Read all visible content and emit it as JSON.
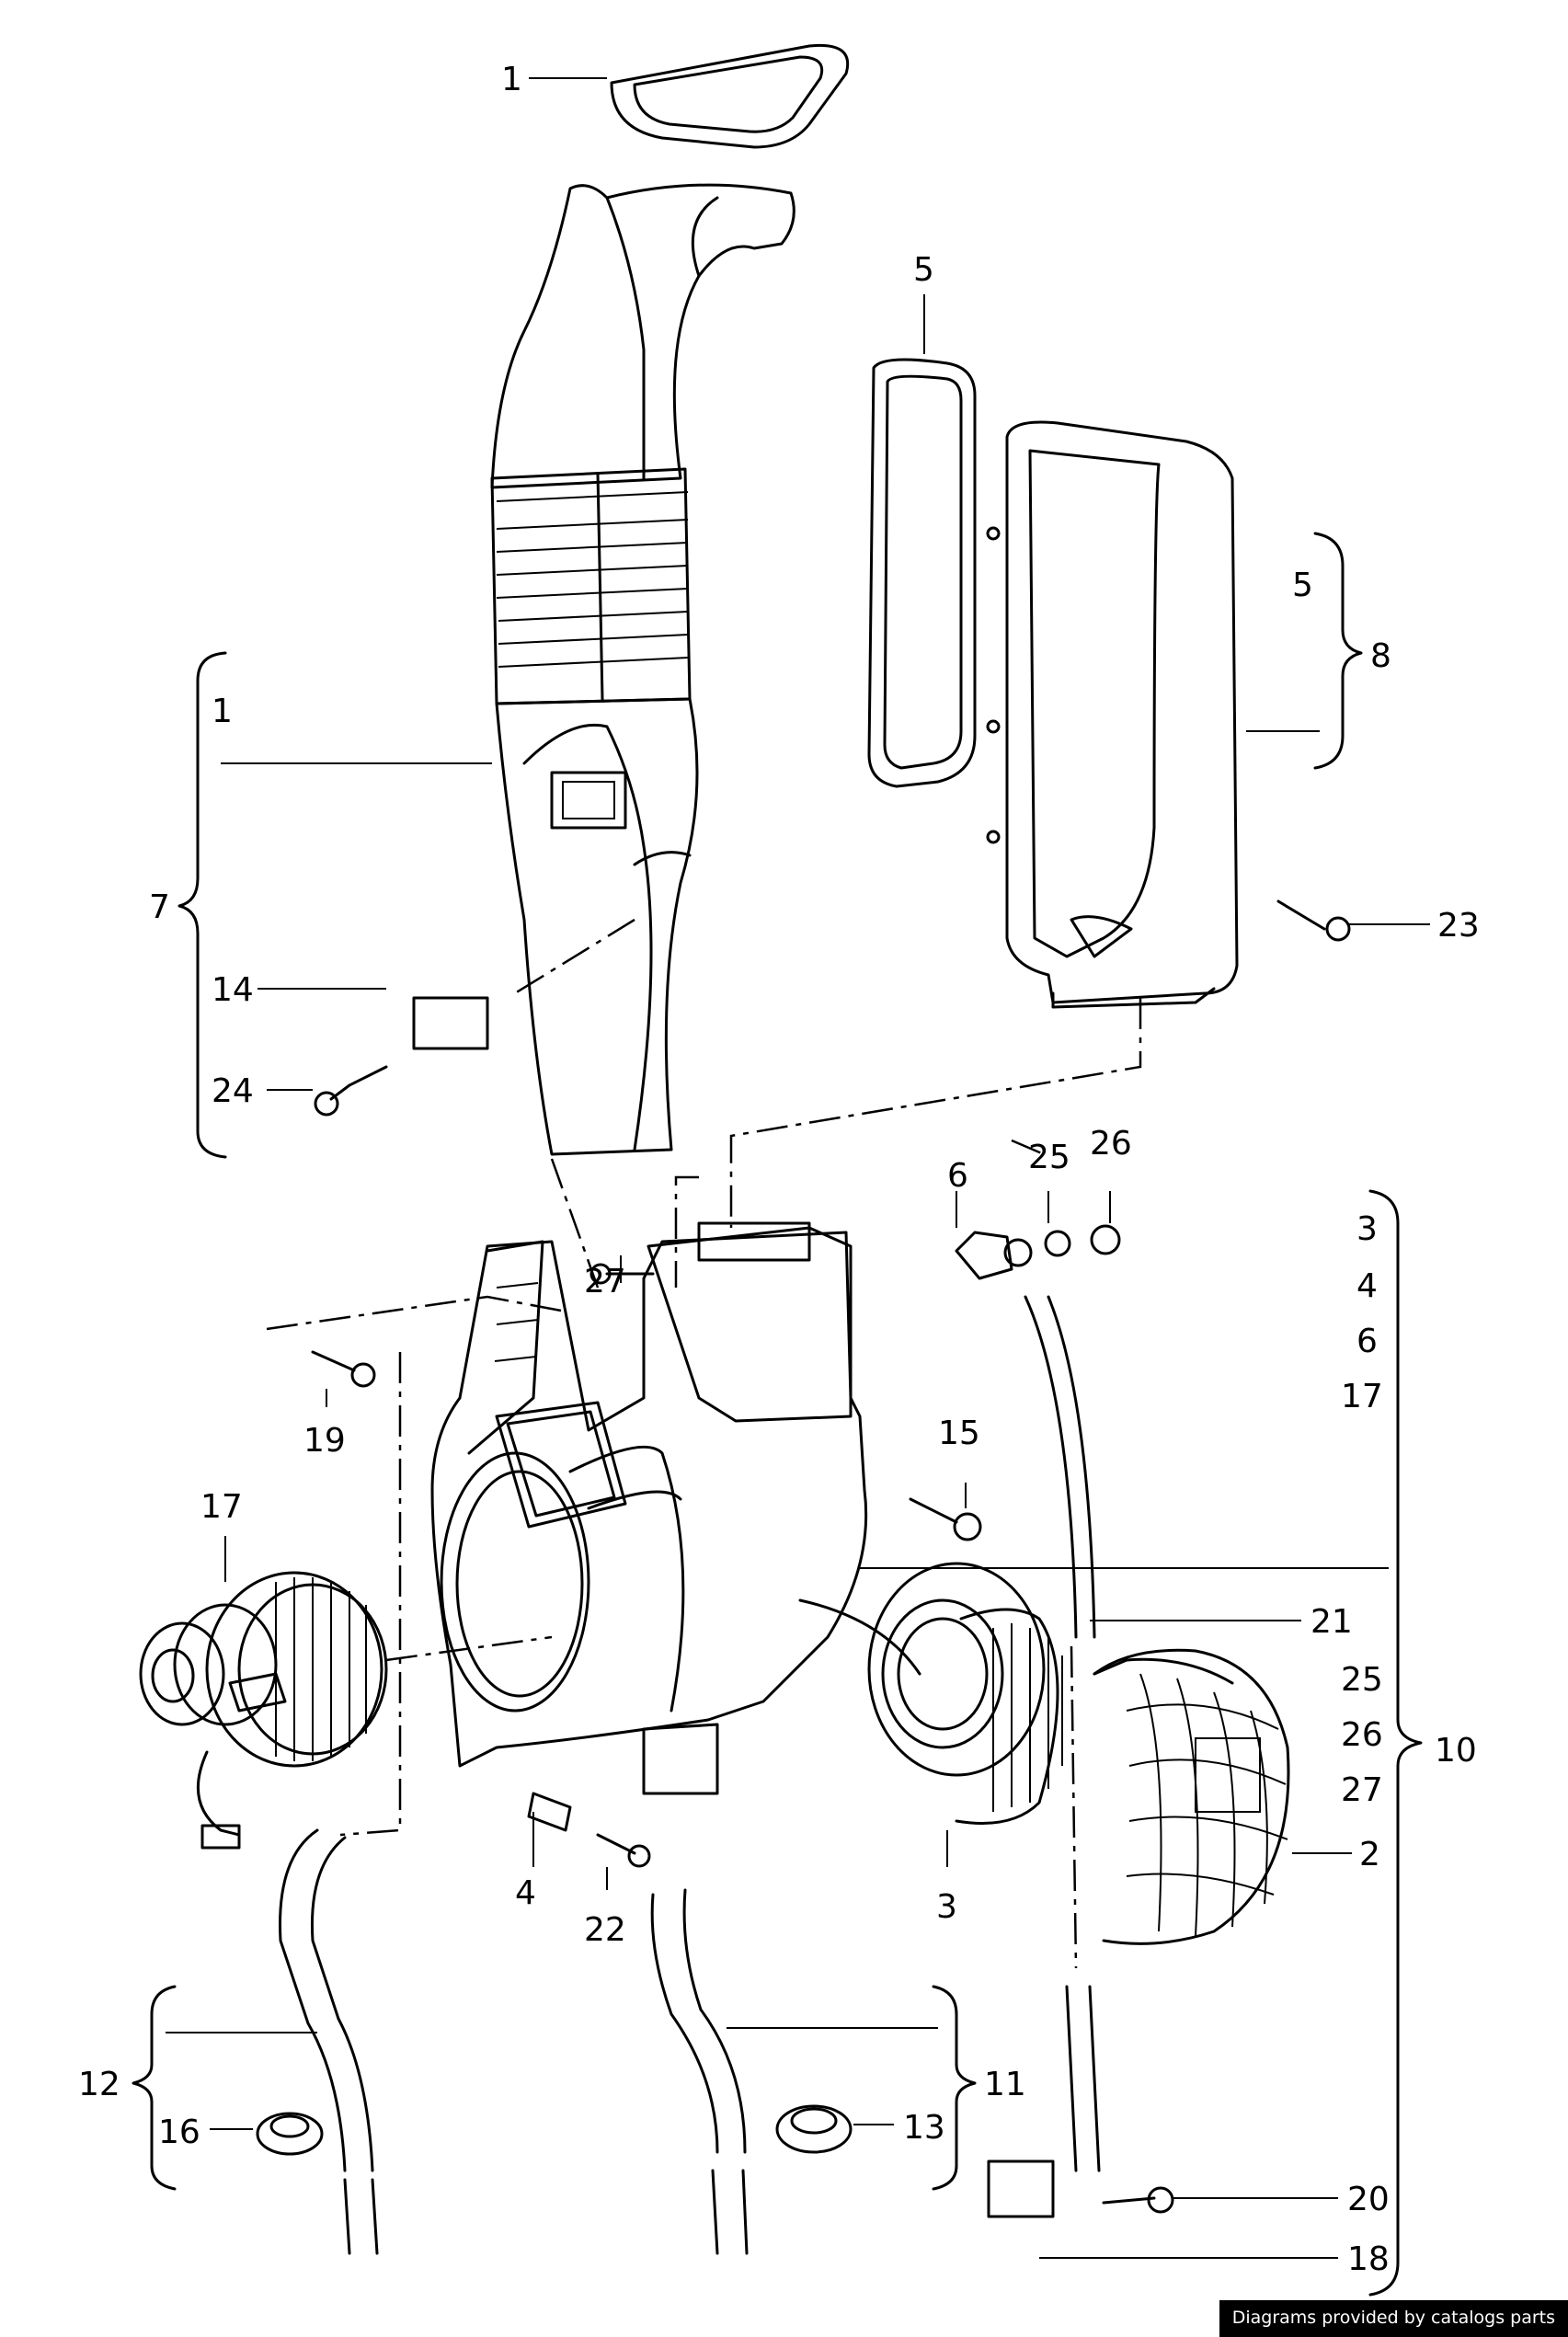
{
  "callouts": [
    {
      "id": "c1_top",
      "text": "1"
    },
    {
      "id": "c5_top",
      "text": "5"
    },
    {
      "id": "c1_left",
      "text": "1"
    },
    {
      "id": "c5_right",
      "text": "5"
    },
    {
      "id": "c8",
      "text": "8"
    },
    {
      "id": "c7",
      "text": "7"
    },
    {
      "id": "c14",
      "text": "14"
    },
    {
      "id": "c24",
      "text": "24"
    },
    {
      "id": "c23",
      "text": "23"
    },
    {
      "id": "c25_top",
      "text": "25"
    },
    {
      "id": "c26_top",
      "text": "26"
    },
    {
      "id": "c6",
      "text": "6"
    },
    {
      "id": "c27",
      "text": "27"
    },
    {
      "id": "c19",
      "text": "19"
    },
    {
      "id": "c15",
      "text": "15"
    },
    {
      "id": "c17_left",
      "text": "17"
    },
    {
      "id": "c3_list",
      "text": "3"
    },
    {
      "id": "c4_list",
      "text": "4"
    },
    {
      "id": "c6_list",
      "text": "6"
    },
    {
      "id": "c17_list",
      "text": "17"
    },
    {
      "id": "c21",
      "text": "21"
    },
    {
      "id": "c25_list",
      "text": "25"
    },
    {
      "id": "c26_list",
      "text": "26"
    },
    {
      "id": "c27_list",
      "text": "27"
    },
    {
      "id": "c10",
      "text": "10"
    },
    {
      "id": "c2",
      "text": "2"
    },
    {
      "id": "c4",
      "text": "4"
    },
    {
      "id": "c22",
      "text": "22"
    },
    {
      "id": "c3",
      "text": "3"
    },
    {
      "id": "c12",
      "text": "12"
    },
    {
      "id": "c16",
      "text": "16"
    },
    {
      "id": "c11",
      "text": "11"
    },
    {
      "id": "c13",
      "text": "13"
    },
    {
      "id": "c20",
      "text": "20"
    },
    {
      "id": "c18",
      "text": "18"
    }
  ],
  "watermark": "Diagrams provided by catalogs parts"
}
